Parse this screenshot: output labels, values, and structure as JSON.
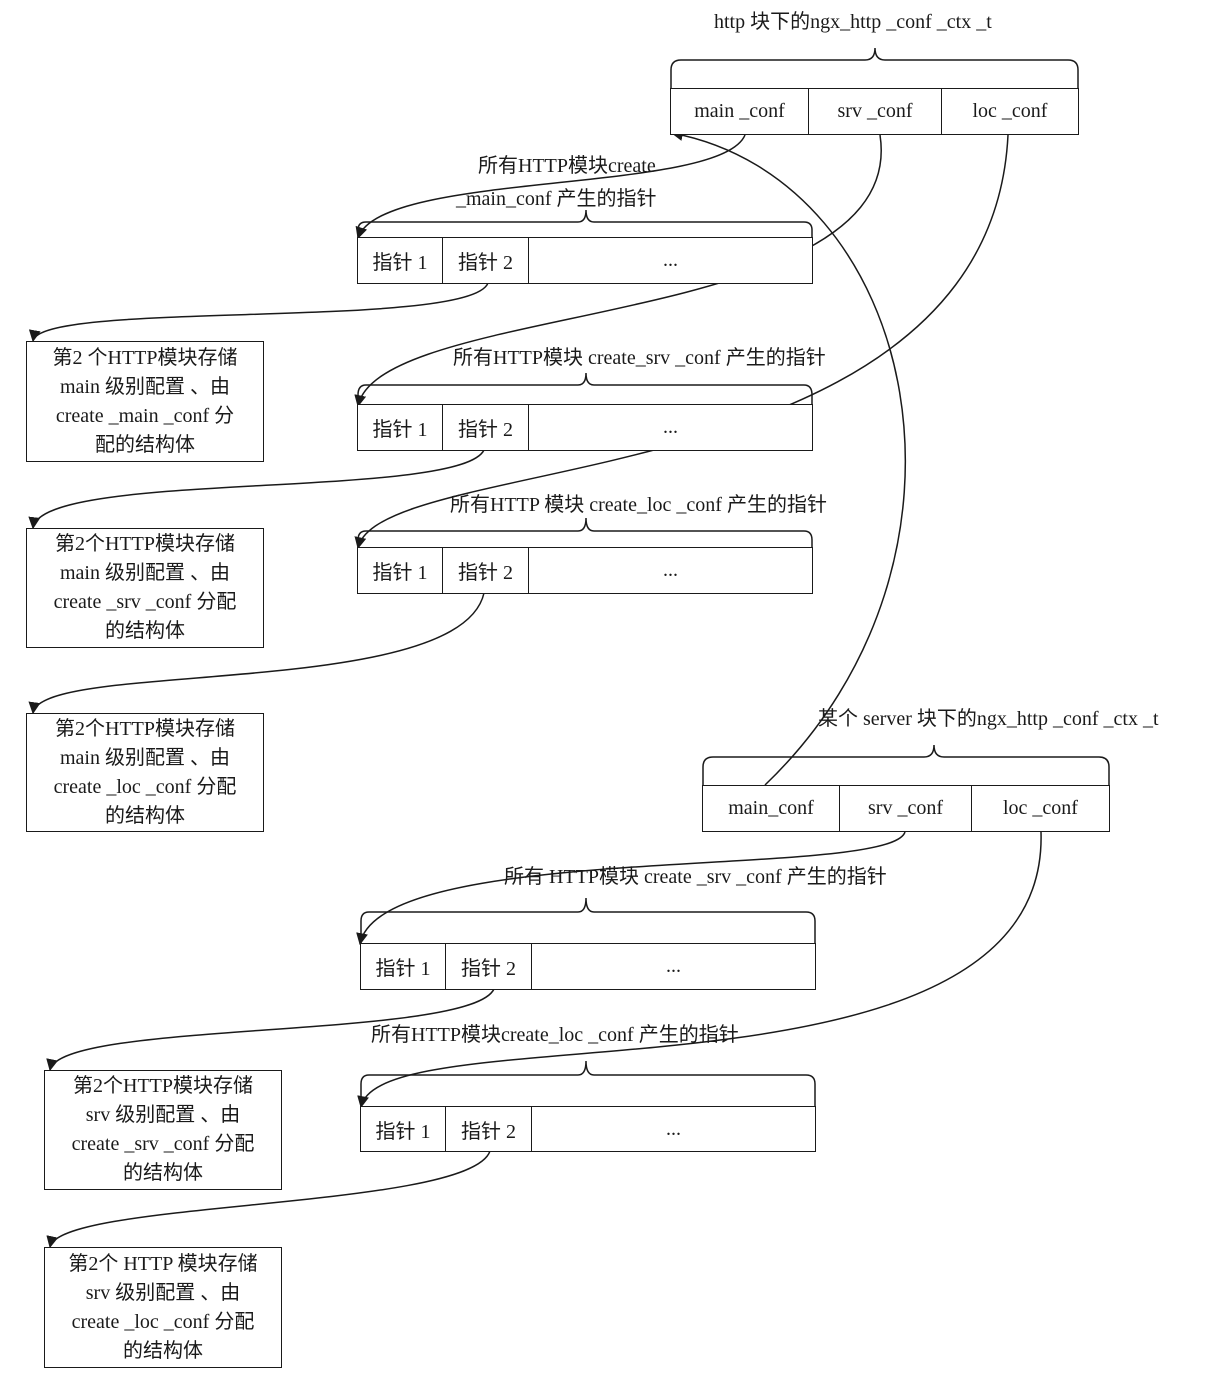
{
  "top_ctx": {
    "title": "http 块下的ngx_http _conf _ctx _t",
    "fields": [
      "main _conf",
      "srv _conf",
      "loc _conf"
    ]
  },
  "server_ctx": {
    "title": "某个 server 块下的ngx_http _conf _ctx _t",
    "fields": [
      "main_conf",
      "srv _conf",
      "loc _conf"
    ]
  },
  "arrays": [
    {
      "caption_lines": [
        "所有HTTP模块create",
        "_main_conf 产生的指针"
      ],
      "cells": [
        "指针 1",
        "指针 2",
        "..."
      ]
    },
    {
      "caption_lines": [
        "所有HTTP模块 create_srv _conf 产生的指针"
      ],
      "cells": [
        "指针 1",
        "指针 2",
        "..."
      ]
    },
    {
      "caption_lines": [
        "所有HTTP 模块 create_loc _conf 产生的指针"
      ],
      "cells": [
        "指针 1",
        "指针 2",
        "..."
      ]
    },
    {
      "caption_lines": [
        "所有 HTTP模块 create _srv _conf 产生的指针"
      ],
      "cells": [
        "指针 1",
        "指针 2",
        "..."
      ]
    },
    {
      "caption_lines": [
        "所有HTTP模块create_loc _conf 产生的指针"
      ],
      "cells": [
        "指针 1",
        "指针 2",
        "..."
      ]
    }
  ],
  "notes": [
    {
      "lines": [
        "第2 个HTTP模块存储",
        "main 级别配置 、由",
        "create _main _conf 分",
        "配的结构体"
      ]
    },
    {
      "lines": [
        "第2个HTTP模块存储",
        "main 级别配置 、由",
        "create _srv _conf 分配",
        "的结构体"
      ]
    },
    {
      "lines": [
        "第2个HTTP模块存储",
        "main 级别配置 、由",
        "create _loc _conf 分配",
        "的结构体"
      ]
    },
    {
      "lines": [
        "第2个HTTP模块存储",
        "srv 级别配置 、由",
        "create _srv _conf 分配",
        "的结构体"
      ]
    },
    {
      "lines": [
        "第2个 HTTP 模块存储",
        "srv 级别配置 、由",
        "create _loc _conf 分配",
        "的结构体"
      ]
    }
  ],
  "colors": {
    "line": "#1a1a1a",
    "background": "#ffffff"
  }
}
